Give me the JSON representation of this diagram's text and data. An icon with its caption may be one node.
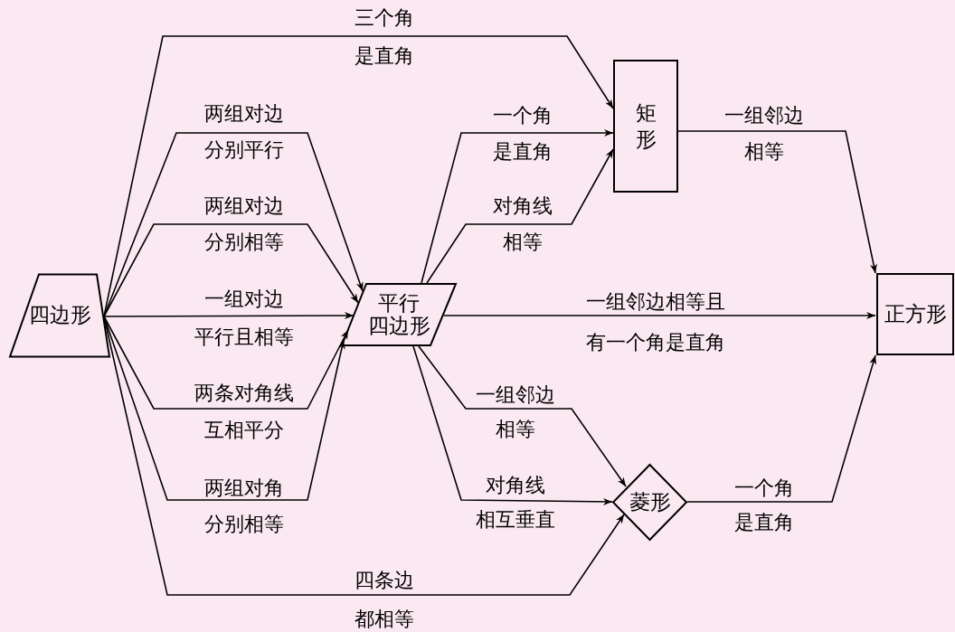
{
  "diagram": {
    "nodes": [
      {
        "text": [
          "四边形"
        ]
      },
      {
        "text": [
          "平行四边形"
        ]
      },
      {
        "text": [
          "矩形"
        ]
      },
      {
        "text": [
          "菱形"
        ]
      },
      {
        "text": [
          "正方形"
        ]
      }
    ],
    "edges": [
      {
        "from": 0,
        "to": 2,
        "arrow": "to",
        "label": "三个角是直角"
      },
      {
        "from": 0,
        "to": 1,
        "arrow": "to",
        "label": "两组对边分别平行"
      },
      {
        "from": 0,
        "to": 1,
        "arrow": "to",
        "label": "两组对边分别相等"
      },
      {
        "from": 0,
        "to": 1,
        "arrow": "to",
        "label": "一组对边平行且相等"
      },
      {
        "from": 0,
        "to": 1,
        "arrow": "to",
        "label": "两条对角线互相平分"
      },
      {
        "from": 0,
        "to": 1,
        "arrow": "to",
        "label": "两组对角分别相等"
      },
      {
        "from": 0,
        "to": 3,
        "arrow": "to",
        "label": "四条边都相等"
      },
      {
        "from": 1,
        "to": 2,
        "arrow": "to",
        "label": "一个角是直角"
      },
      {
        "from": 1,
        "to": 2,
        "arrow": "to",
        "label": "对角线相等"
      },
      {
        "from": 1,
        "to": 4,
        "arrow": "to",
        "label": "一组邻边相等且有一个角是直角"
      },
      {
        "from": 1,
        "to": 3,
        "arrow": "to",
        "label": "一组邻边相等"
      },
      {
        "from": 1,
        "to": 3,
        "arrow": "to",
        "label": "对角线相互垂直"
      },
      {
        "from": 2,
        "to": 4,
        "arrow": "to",
        "label": "一组邻边相等"
      },
      {
        "from": 3,
        "to": 4,
        "arrow": "to",
        "label": "一个角是直角"
      }
    ]
  }
}
